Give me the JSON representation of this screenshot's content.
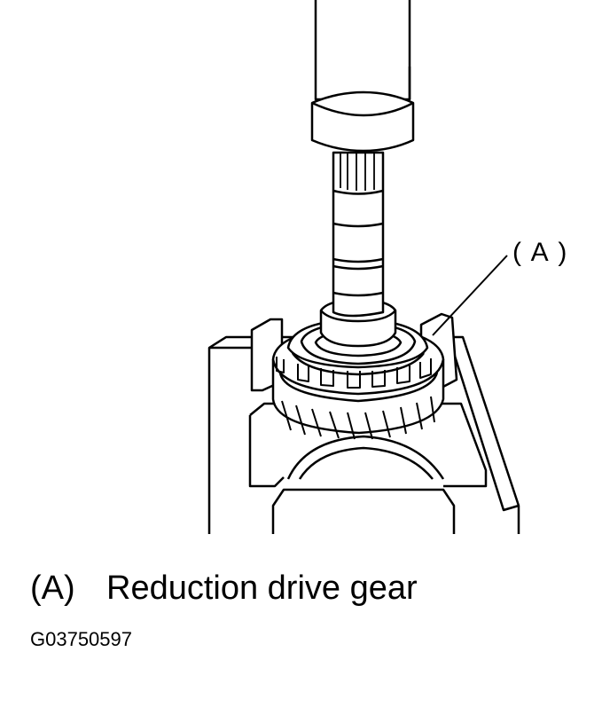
{
  "callout": {
    "label": "( A )"
  },
  "caption": {
    "key": "(A)",
    "text": "Reduction drive gear"
  },
  "figure_id": "G03750597",
  "colors": {
    "ink": "#000000",
    "paper": "#ffffff"
  }
}
